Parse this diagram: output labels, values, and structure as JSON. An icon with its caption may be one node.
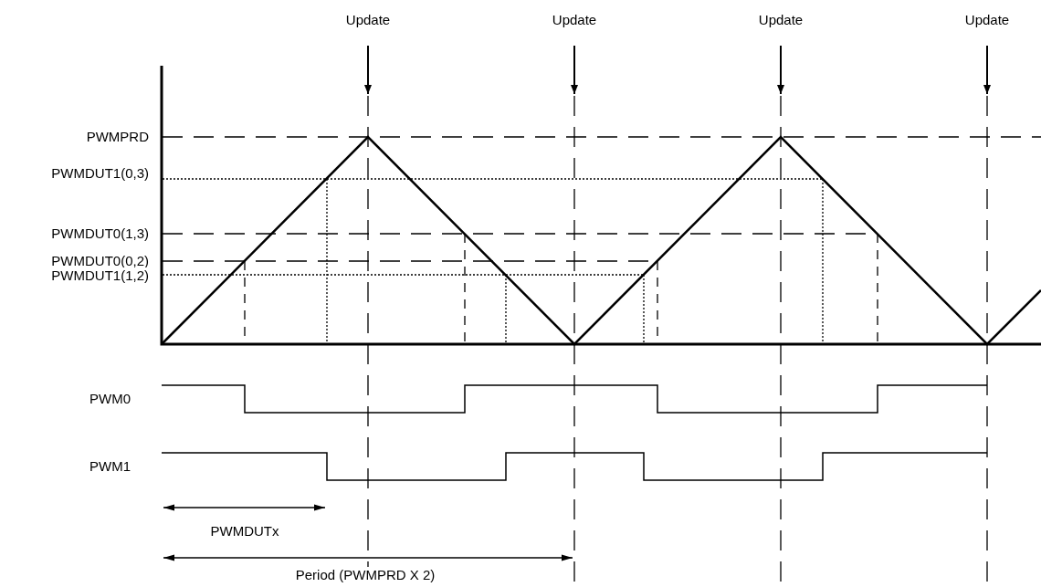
{
  "diagram": {
    "labels": [
      "Update",
      "Update",
      "Update",
      "Update",
      "PWMPRD",
      "PWMDUT1(0,3)",
      "PWMDUT0(1,3)",
      "PWMDUT0(0,2)",
      "PWMDUT1(1,2)",
      "PWM0",
      "PWM1",
      "PWMDUTx",
      "Period (PWMPRD X 2)"
    ]
  }
}
